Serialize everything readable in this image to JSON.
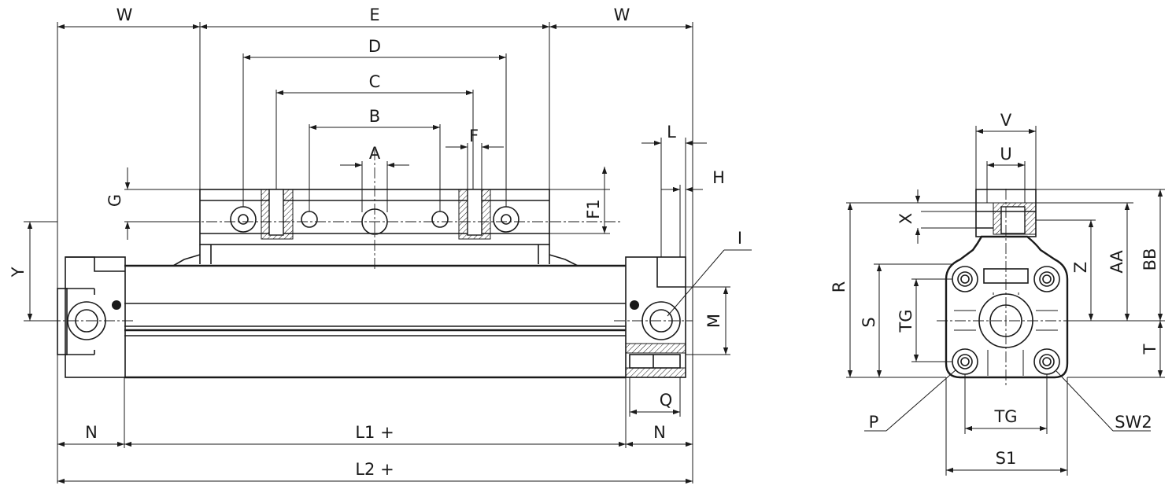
{
  "labels": {
    "w_left": "W",
    "e": "E",
    "w_right": "W",
    "d": "D",
    "c": "C",
    "b": "B",
    "f": "F",
    "a": "A",
    "g": "G",
    "f1": "F1",
    "l": "L",
    "h": "H",
    "y": "Y",
    "i": "I",
    "m": "M",
    "q": "Q",
    "n_left": "N",
    "l1": "L1 +",
    "n_right": "N",
    "l2": "L2 +",
    "v": "V",
    "u": "U",
    "x": "X",
    "r": "R",
    "z": "Z",
    "aa": "AA",
    "bb": "BB",
    "s": "S",
    "tg_vertical": "TG",
    "t": "T",
    "p": "P",
    "tg_horizontal": "TG",
    "sw2": "SW2",
    "s1": "S1"
  }
}
